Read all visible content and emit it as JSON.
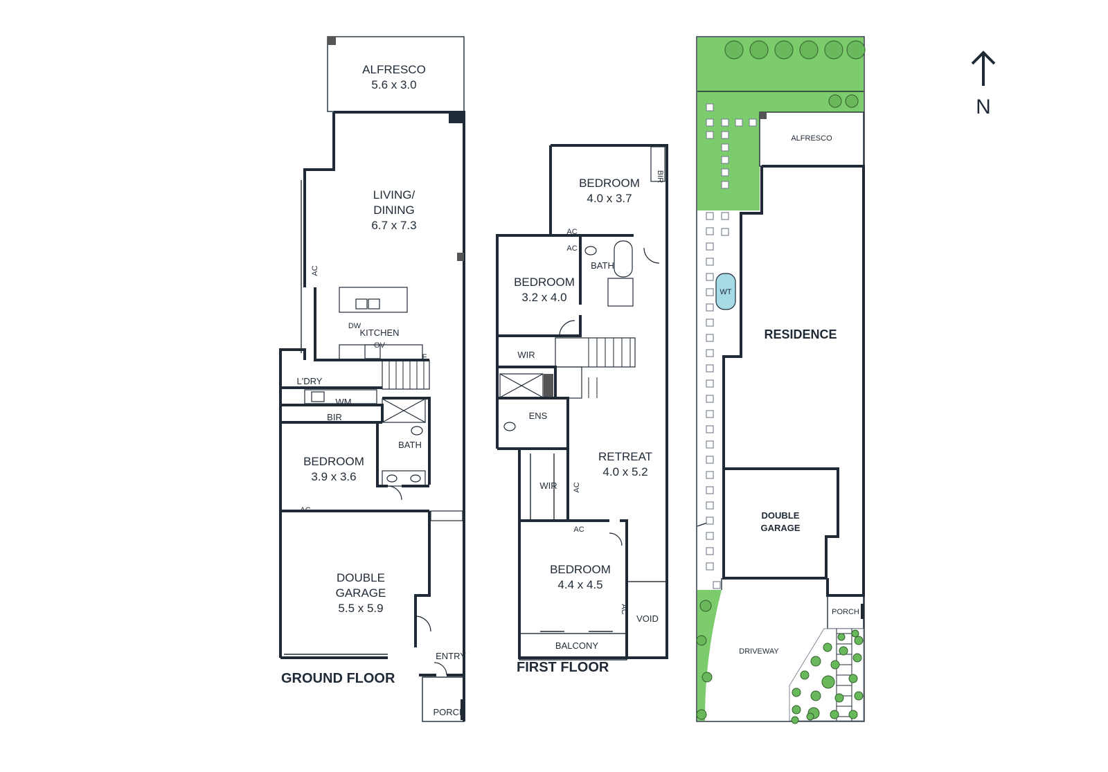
{
  "ground_floor": {
    "title": "GROUND FLOOR",
    "rooms": {
      "alfresco": {
        "name": "ALFRESCO",
        "dims": "5.6 x 3.0"
      },
      "living_line1": "LIVING/",
      "living_line2": "DINING",
      "living_dims": "6.7 x 7.3",
      "kitchen": "KITCHEN",
      "laundry": "L'DRY",
      "bath": "BATH",
      "bir": "BIR",
      "bedroom": {
        "name": "BEDROOM",
        "dims": "3.9 x 3.6"
      },
      "garage_line1": "DOUBLE",
      "garage_line2": "GARAGE",
      "garage_dims": "5.5 x 5.9",
      "entry": "ENTRY",
      "porch": "PORCH"
    },
    "fixtures": {
      "dw": "DW",
      "ov": "OV",
      "f": "F",
      "wm": "WM",
      "ac": "AC"
    }
  },
  "first_floor": {
    "title": "FIRST FLOOR",
    "rooms": {
      "bedroom_front": {
        "name": "BEDROOM",
        "dims": "4.0 x 3.7"
      },
      "bir": "BIR",
      "bath": "BATH",
      "bedroom_mid": {
        "name": "BEDROOM",
        "dims": "3.2 x 4.0"
      },
      "wir_top": "WIR",
      "ens": "ENS",
      "retreat": {
        "name": "RETREAT",
        "dims": "4.0 x 5.2"
      },
      "wir_bottom": "WIR",
      "bedroom_main": {
        "name": "BEDROOM",
        "dims": "4.4 x 4.5"
      },
      "void": "VOID",
      "balcony": "BALCONY"
    },
    "fixtures": {
      "ac": "AC"
    }
  },
  "site_plan": {
    "alfresco": "ALFRESCO",
    "wt": "WT",
    "residence": "RESIDENCE",
    "garage_line1": "DOUBLE",
    "garage_line2": "GARAGE",
    "porch": "PORCH",
    "driveway": "DRIVEWAY"
  },
  "compass": {
    "label": "N"
  },
  "colors": {
    "wall": "#1f2a36",
    "grass": "#7ccc6e",
    "tree": "#6ab85c"
  }
}
